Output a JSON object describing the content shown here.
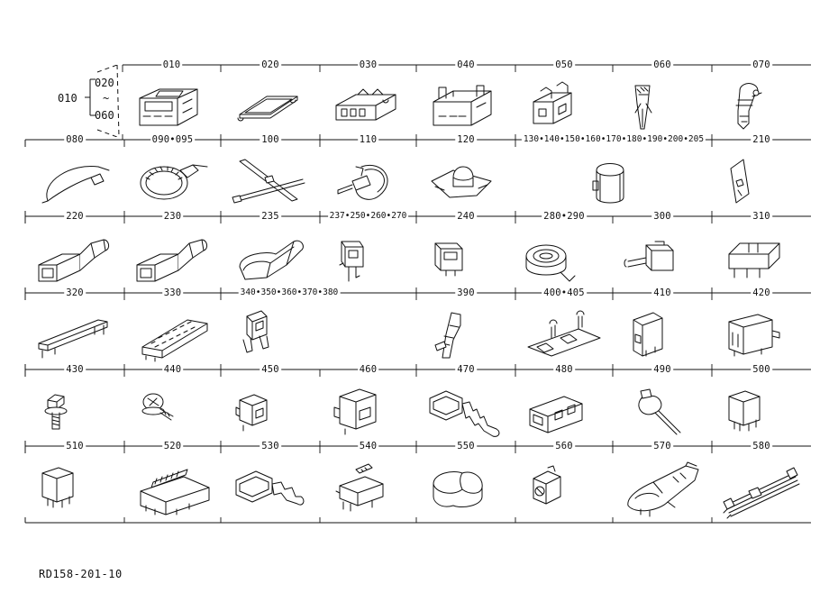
{
  "legend": {
    "main": "010",
    "top": "020",
    "range": "~",
    "bottom": "060"
  },
  "diagram_code": "RD158-201-10",
  "rows": [
    {
      "parts": [
        {
          "id": "p010",
          "label": "010",
          "icon": "fuse-box-icon"
        },
        {
          "id": "p020",
          "label": "020",
          "icon": "cover-plate-icon"
        },
        {
          "id": "p030",
          "label": "030",
          "icon": "relay-block-icon"
        },
        {
          "id": "p040",
          "label": "040",
          "icon": "open-fuse-box-icon"
        },
        {
          "id": "p050",
          "label": "050",
          "icon": "bracket-icon"
        },
        {
          "id": "p060",
          "label": "060",
          "icon": "clip-icon"
        },
        {
          "id": "p070",
          "label": "070",
          "icon": "clamp-icon"
        }
      ]
    },
    {
      "parts": [
        {
          "id": "p080",
          "label": "080",
          "icon": "cable-tie-icon"
        },
        {
          "id": "p090",
          "label": "090•095",
          "icon": "hose-band-icon"
        },
        {
          "id": "p100",
          "label": "100",
          "icon": "cross-tie-icon"
        },
        {
          "id": "p110",
          "label": "110",
          "icon": "band-clip-icon"
        },
        {
          "id": "p120",
          "label": "120",
          "icon": "grommet-icon"
        },
        {
          "id": "p130",
          "label": "130•140•150•160•170•180•190•200•205",
          "icon": "protector-icon"
        },
        {
          "id": "p210",
          "label": "210",
          "icon": "pad-icon"
        }
      ]
    },
    {
      "parts": [
        {
          "id": "p220",
          "label": "220",
          "icon": "tube-boot-icon"
        },
        {
          "id": "p230",
          "label": "230",
          "icon": "tube-boot-icon"
        },
        {
          "id": "p235",
          "label": "235",
          "icon": "funnel-boot-icon"
        },
        {
          "id": "p237",
          "label": "237•250•260•270",
          "icon": "fuse-holder-icon"
        },
        {
          "id": "p240",
          "label": "240",
          "icon": "connector-housing-icon"
        },
        {
          "id": "p280",
          "label": "280•290",
          "icon": "tape-roll-icon"
        },
        {
          "id": "p300",
          "label": "300",
          "icon": "plug-icon"
        },
        {
          "id": "p310",
          "label": "310",
          "icon": "terminal-block-icon"
        }
      ]
    },
    {
      "parts": [
        {
          "id": "p320",
          "label": "320",
          "icon": "cover-strip-icon"
        },
        {
          "id": "p330",
          "label": "330",
          "icon": "multi-connector-icon"
        },
        {
          "id": "p340",
          "label": "340•350•360•370•380",
          "icon": "blade-fuse-icon"
        },
        {
          "id": "p390",
          "label": "390",
          "icon": "hook-terminal-icon"
        },
        {
          "id": "p400",
          "label": "400•405",
          "icon": "terminal-strip-icon"
        },
        {
          "id": "p410",
          "label": "410",
          "icon": "relay-socket-icon"
        },
        {
          "id": "p420",
          "label": "420",
          "icon": "relay-box-icon"
        }
      ]
    },
    {
      "parts": [
        {
          "id": "p430",
          "label": "430",
          "icon": "bolt-icon"
        },
        {
          "id": "p440",
          "label": "440",
          "icon": "screw-icon"
        },
        {
          "id": "p450",
          "label": "450",
          "icon": "small-connector-icon"
        },
        {
          "id": "p460",
          "label": "460",
          "icon": "large-connector-icon"
        },
        {
          "id": "p470",
          "label": "470",
          "icon": "corrugated-boot-icon"
        },
        {
          "id": "p480",
          "label": "480",
          "icon": "dual-connector-icon"
        },
        {
          "id": "p490",
          "label": "490",
          "icon": "loop-tie-icon"
        },
        {
          "id": "p500",
          "label": "500",
          "icon": "relay-icon"
        }
      ]
    },
    {
      "parts": [
        {
          "id": "p510",
          "label": "510",
          "icon": "relay-icon"
        },
        {
          "id": "p520",
          "label": "520",
          "icon": "multi-pin-connector-icon"
        },
        {
          "id": "p530",
          "label": "530",
          "icon": "boot-connector-icon"
        },
        {
          "id": "p540",
          "label": "540",
          "icon": "connector-set-icon"
        },
        {
          "id": "p550",
          "label": "550",
          "icon": "rubber-cap-icon"
        },
        {
          "id": "p560",
          "label": "560",
          "icon": "square-nut-icon"
        },
        {
          "id": "p570",
          "label": "570",
          "icon": "molded-cover-icon"
        },
        {
          "id": "p580",
          "label": "580",
          "icon": "wire-harness-icon"
        }
      ]
    }
  ]
}
